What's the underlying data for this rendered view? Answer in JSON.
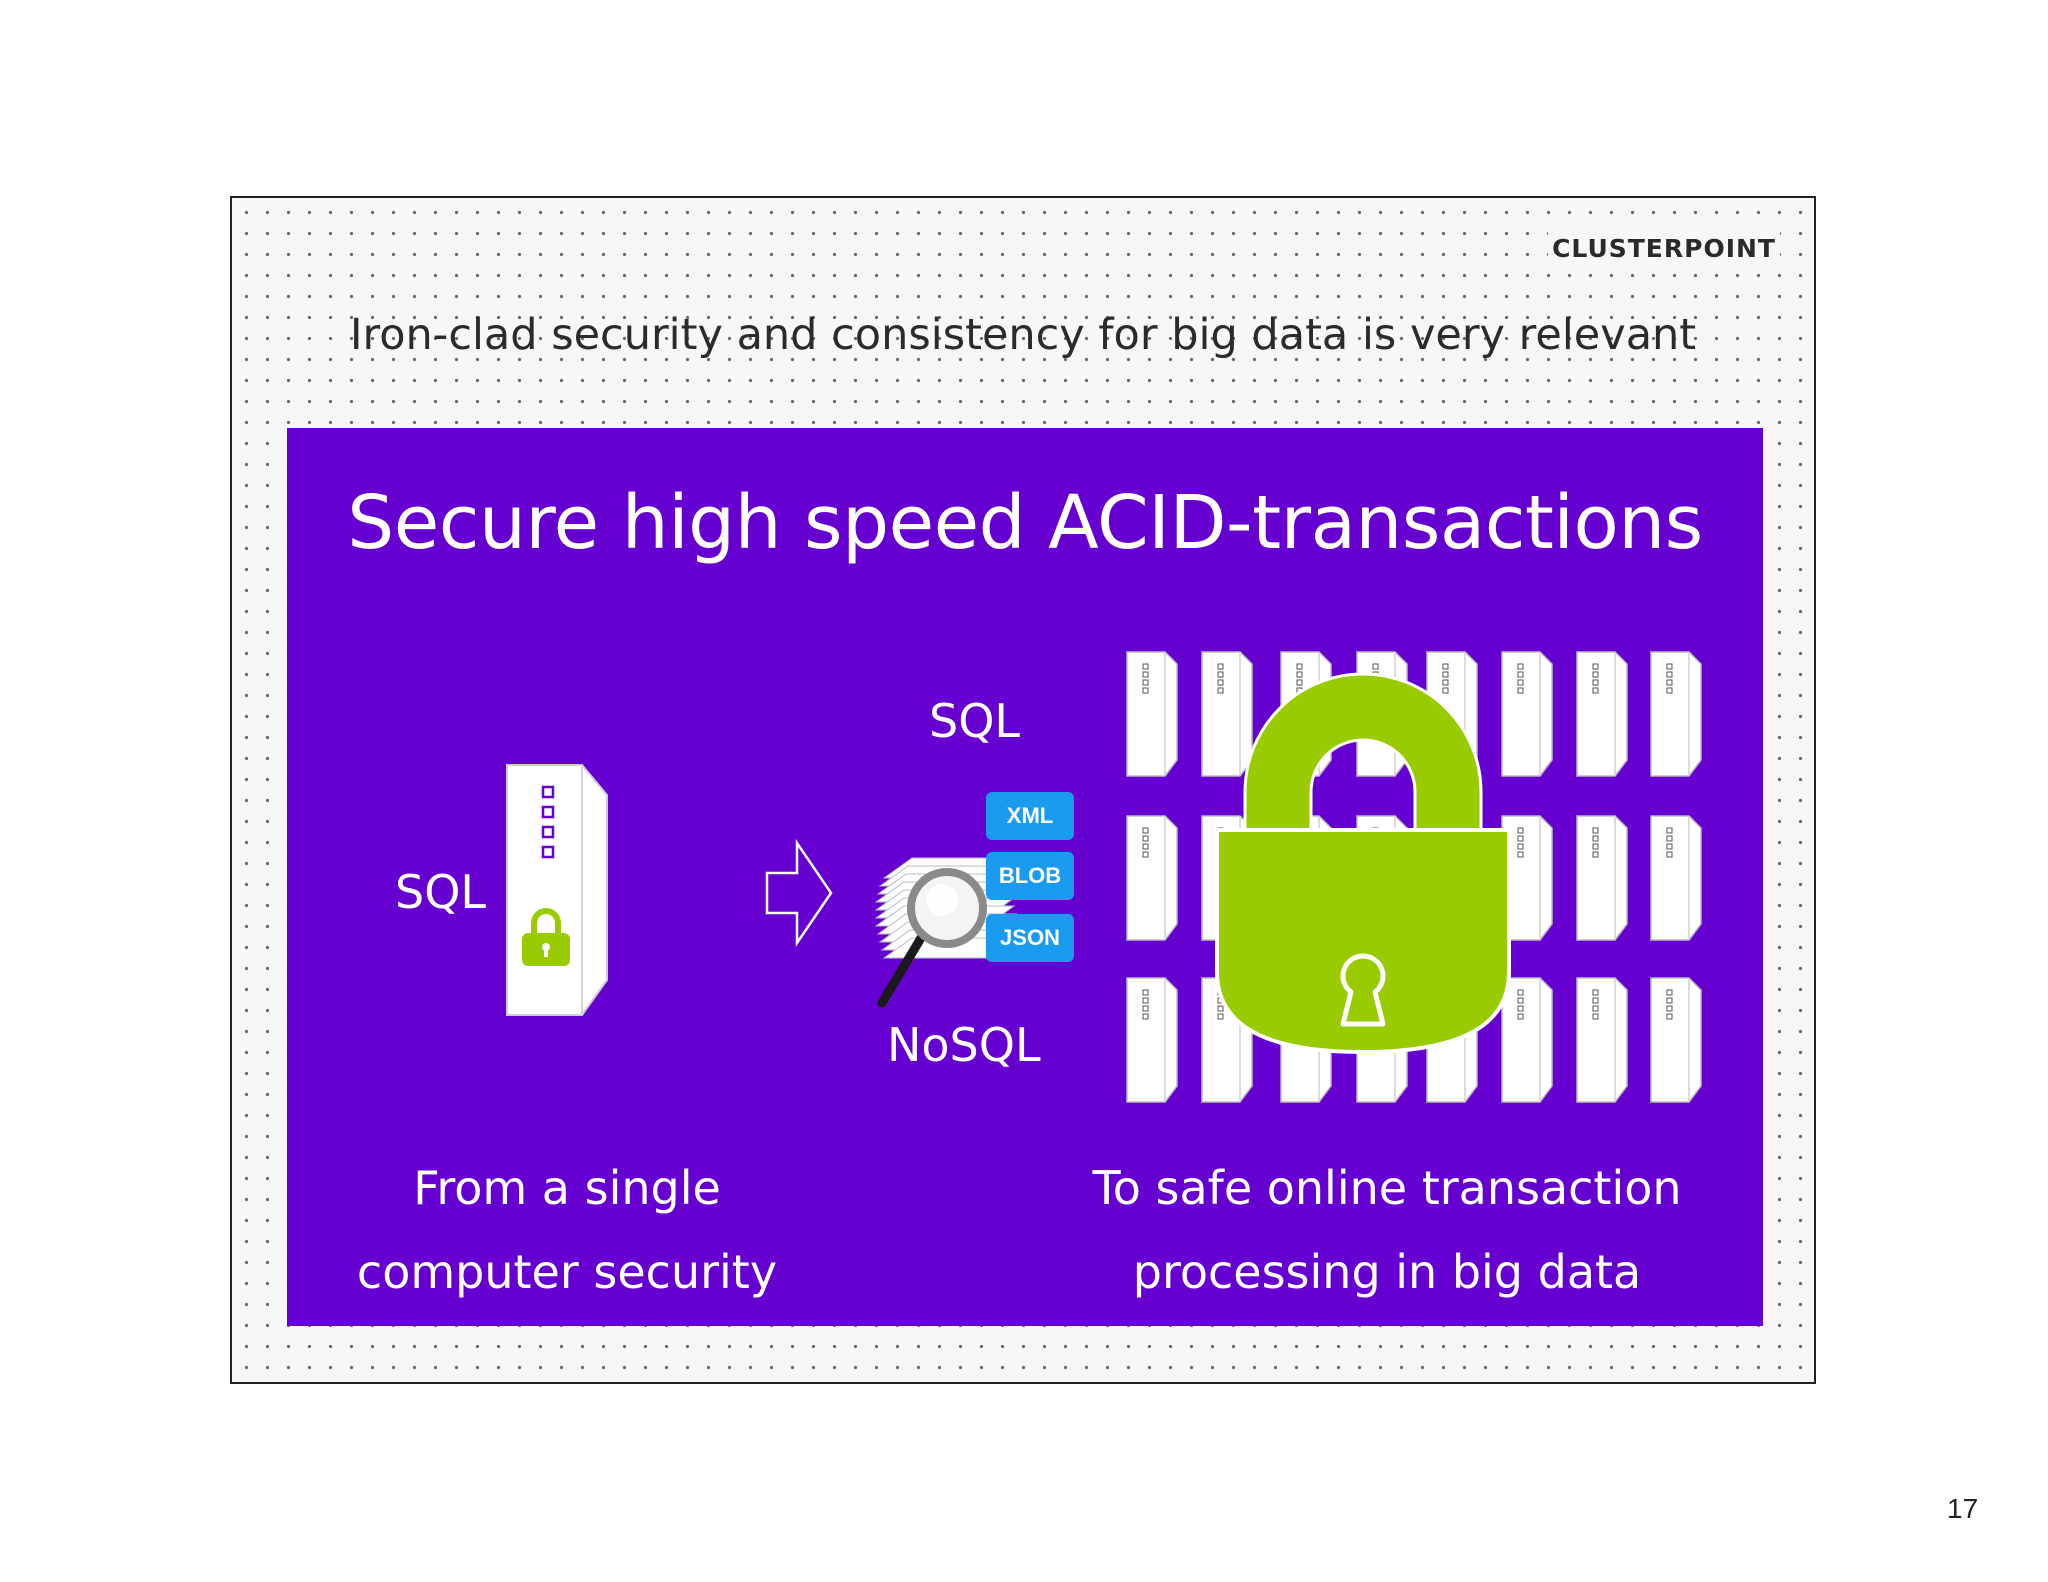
{
  "slide": {
    "brand": "CLUSTERPOINT",
    "subtitle": "Iron-clad security and consistency for big data is very relevant",
    "panel": {
      "title": "Secure high speed ACID-transactions",
      "left_label": "SQL",
      "center_sql_label": "SQL",
      "center_nosql_label": "NoSQL",
      "format_tags": [
        "XML",
        "BLOB",
        "JSON"
      ],
      "left_caption": [
        "From a single",
        "computer security"
      ],
      "right_caption": [
        "To safe online transaction",
        "processing in big data"
      ]
    }
  },
  "page_number": "17",
  "colors": {
    "panel_background": "#6500d0",
    "lock_green": "#99cc00",
    "tag_blue": "#1a9bf0",
    "server_white": "#ffffff"
  },
  "icons": [
    "server-icon",
    "lock-icon",
    "arrow-right-icon",
    "documents-icon",
    "magnifier-icon",
    "large-lock-icon"
  ]
}
